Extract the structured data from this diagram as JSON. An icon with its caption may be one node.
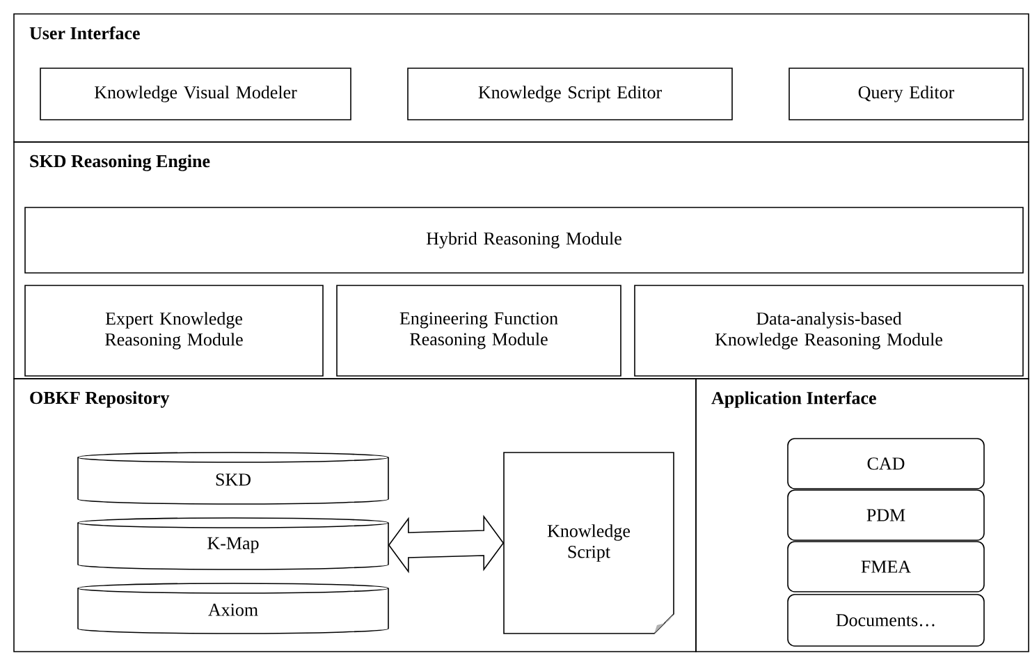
{
  "diagram": {
    "nodes": [
      {
        "text": [
          "User Interface"
        ]
      },
      {
        "text": [
          "Knowledge Visual Modeler"
        ],
        "in": 0
      },
      {
        "text": [
          "Knowledge Script Editor"
        ],
        "in": 0
      },
      {
        "text": [
          "Query Editor"
        ],
        "in": 0
      },
      {
        "text": [
          "SKD Reasoning Engine"
        ]
      },
      {
        "text": [
          "Hybrid Reasoning Module"
        ],
        "in": 4
      },
      {
        "text": [
          "Expert Knowledge Reasoning Module"
        ],
        "in": 4
      },
      {
        "text": [
          "Engineering Function Reasoning Module"
        ],
        "in": 4
      },
      {
        "text": [
          "Data-analysis-based Knowledge Reasoning Module"
        ],
        "in": 4
      },
      {
        "text": [
          "OBKF Repository"
        ]
      },
      {
        "text": [
          "SKD"
        ],
        "in": 9
      },
      {
        "text": [
          "K-Map"
        ],
        "in": 9
      },
      {
        "text": [
          "Axiom"
        ],
        "in": 9
      },
      {
        "text": [
          "Knowledge Script"
        ],
        "in": 9
      },
      {
        "text": [
          "Application Interface"
        ]
      },
      {
        "text": [
          "CAD"
        ],
        "in": 14
      },
      {
        "text": [
          "PDM"
        ],
        "in": 14
      },
      {
        "text": [
          "FMEA"
        ],
        "in": 14
      },
      {
        "text": [
          "Documents…"
        ],
        "in": 14
      }
    ],
    "edges": [
      {
        "from": 11,
        "to": 13,
        "arrow": "both"
      }
    ]
  }
}
